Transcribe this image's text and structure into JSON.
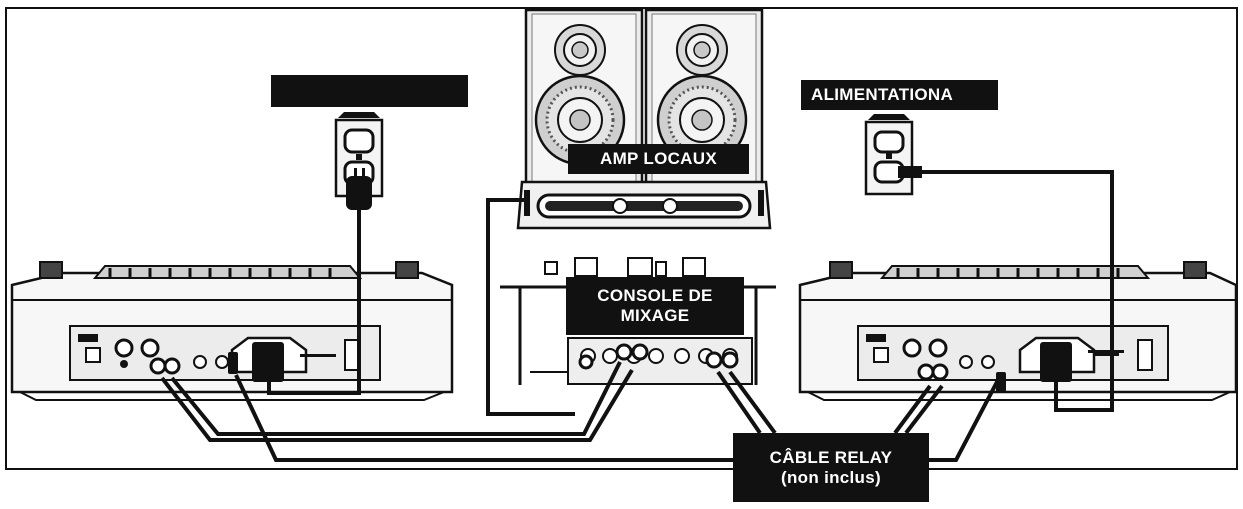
{
  "labels": {
    "left_power": "",
    "right_power": "ALIMENTATIONA",
    "amp": "AMP LOCAUX",
    "mixer_line1": "CONSOLE DE",
    "mixer_line2": "MIXAGE",
    "cable_line1": "CÂBLE RELAY",
    "cable_line2": "(non inclus)"
  },
  "colors": {
    "ink": "#111111",
    "paper": "#ffffff",
    "label_bg": "#111111",
    "label_text": "#ffffff",
    "speaker_gray": "#cfcfcf"
  },
  "icons": [
    "speaker-icon",
    "power-outlet-icon",
    "power-plug-icon",
    "rca-plug-icon",
    "jack-plug-icon"
  ]
}
